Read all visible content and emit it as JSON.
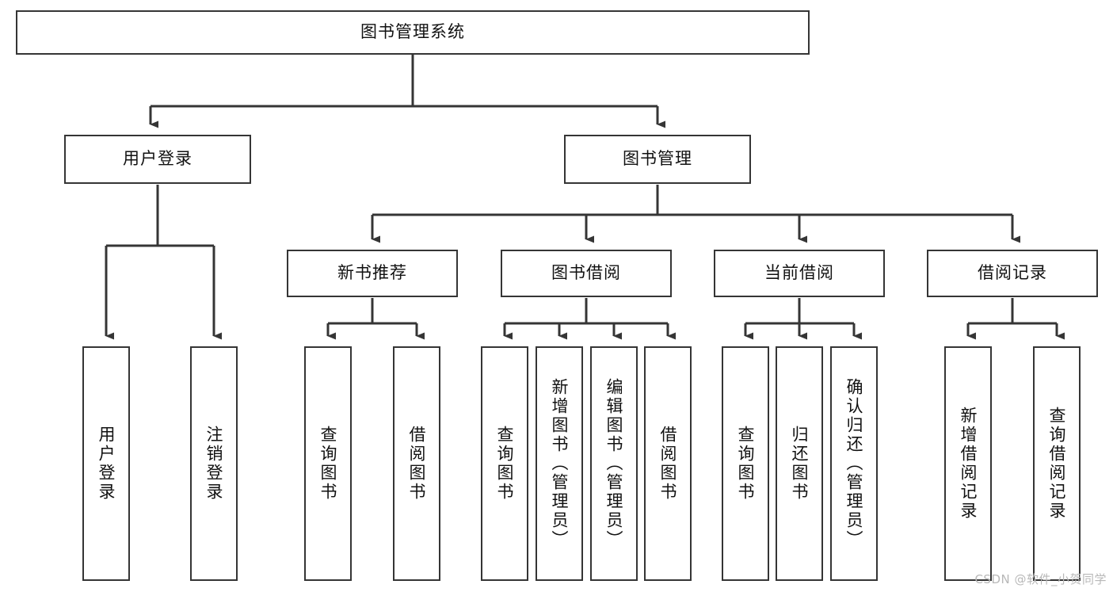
{
  "diagram": {
    "type": "tree",
    "title": "图书管理系统",
    "watermark": "CSDN @软件_小贺同学",
    "colors": {
      "box_border": "#353535",
      "box_fill": "#ffffff",
      "connector": "#353535",
      "text": "#111111",
      "watermark": "#b8b8b8"
    },
    "levels": {
      "root": [
        "图书管理系统"
      ],
      "level2": [
        "用户登录",
        "图书管理"
      ],
      "level3": [
        "新书推荐",
        "图书借阅",
        "当前借阅",
        "借阅记录"
      ],
      "leaves": [
        "用户登录",
        "注销登录",
        "查询图书",
        "借阅图书",
        "查询图书",
        "新增图书（管理员）",
        "编辑图书（管理员）",
        "借阅图书",
        "查询图书",
        "归还图书",
        "确认归还（管理员）",
        "新增借阅记录",
        "查询借阅记录"
      ]
    },
    "nodes": {
      "root": {
        "label": "图书管理系统"
      },
      "user_login": {
        "label": "用户登录"
      },
      "book_manage": {
        "label": "图书管理"
      },
      "new_book_rec": {
        "label": "新书推荐"
      },
      "book_borrow": {
        "label": "图书借阅"
      },
      "current_borrow": {
        "label": "当前借阅"
      },
      "borrow_record": {
        "label": "借阅记录"
      },
      "leaf_user_login": {
        "label": "用户登录"
      },
      "leaf_logout": {
        "label": "注销登录"
      },
      "leaf_query_book_1": {
        "label": "查询图书"
      },
      "leaf_borrow_book_1": {
        "label": "借阅图书"
      },
      "leaf_query_book_2": {
        "label": "查询图书"
      },
      "leaf_add_book": {
        "label": "新增图书（管理员）"
      },
      "leaf_edit_book": {
        "label": "编辑图书（管理员）"
      },
      "leaf_borrow_book_2": {
        "label": "借阅图书"
      },
      "leaf_query_book_3": {
        "label": "查询图书"
      },
      "leaf_return_book": {
        "label": "归还图书"
      },
      "leaf_confirm_return": {
        "label": "确认归还（管理员）"
      },
      "leaf_add_record": {
        "label": "新增借阅记录"
      },
      "leaf_query_record": {
        "label": "查询借阅记录"
      }
    },
    "edges": [
      {
        "from": "root",
        "to": "user_login"
      },
      {
        "from": "root",
        "to": "book_manage"
      },
      {
        "from": "user_login",
        "to": "leaf_user_login"
      },
      {
        "from": "user_login",
        "to": "leaf_logout"
      },
      {
        "from": "book_manage",
        "to": "new_book_rec"
      },
      {
        "from": "book_manage",
        "to": "book_borrow"
      },
      {
        "from": "book_manage",
        "to": "current_borrow"
      },
      {
        "from": "book_manage",
        "to": "borrow_record"
      },
      {
        "from": "new_book_rec",
        "to": "leaf_query_book_1"
      },
      {
        "from": "new_book_rec",
        "to": "leaf_borrow_book_1"
      },
      {
        "from": "book_borrow",
        "to": "leaf_query_book_2"
      },
      {
        "from": "book_borrow",
        "to": "leaf_add_book"
      },
      {
        "from": "book_borrow",
        "to": "leaf_edit_book"
      },
      {
        "from": "book_borrow",
        "to": "leaf_borrow_book_2"
      },
      {
        "from": "current_borrow",
        "to": "leaf_query_book_3"
      },
      {
        "from": "current_borrow",
        "to": "leaf_return_book"
      },
      {
        "from": "current_borrow",
        "to": "leaf_confirm_return"
      },
      {
        "from": "borrow_record",
        "to": "leaf_add_record"
      },
      {
        "from": "borrow_record",
        "to": "leaf_query_record"
      }
    ]
  }
}
